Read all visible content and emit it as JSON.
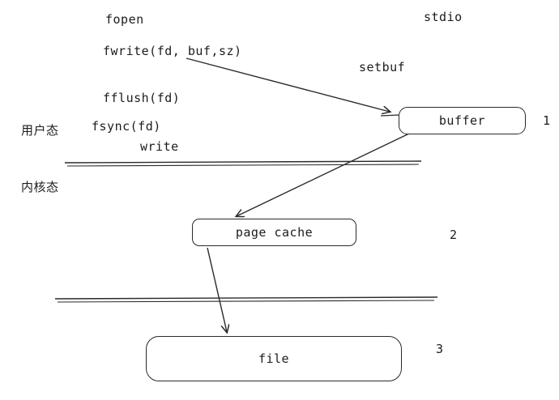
{
  "diagram": {
    "labels": {
      "fopen": "fopen",
      "fwrite": "fwrite(fd, buf,sz)",
      "fflush": "fflush(fd)",
      "fsync": "fsync(fd)",
      "write": "write",
      "stdio": "stdio",
      "setbuf": "setbuf",
      "user_mode": "用户态",
      "kernel_mode": "内核态"
    },
    "boxes": [
      {
        "label": "buffer",
        "number": "1"
      },
      {
        "label": "page cache",
        "number": "2"
      },
      {
        "label": "file",
        "number": "3"
      }
    ],
    "colors": {
      "ink": "#2a2a2a",
      "background": "#ffffff"
    }
  }
}
